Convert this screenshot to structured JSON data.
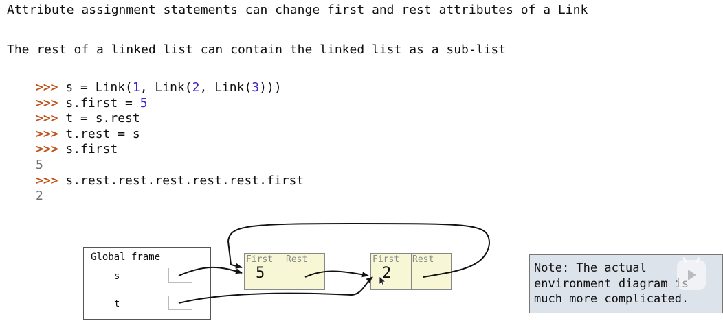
{
  "headings": {
    "line1": "Attribute assignment statements can change first and rest attributes of a Link",
    "line2": "The rest of a linked list can contain the linked list as a sub-list"
  },
  "code_lines": [
    {
      "prompt": ">>>",
      "segs": [
        {
          "t": " s = Link(",
          "c": "code"
        },
        {
          "t": "1",
          "c": "num"
        },
        {
          "t": ", Link(",
          "c": "code"
        },
        {
          "t": "2",
          "c": "num"
        },
        {
          "t": ", Link(",
          "c": "code"
        },
        {
          "t": "3",
          "c": "num"
        },
        {
          "t": ")))",
          "c": "code"
        }
      ]
    },
    {
      "prompt": ">>>",
      "segs": [
        {
          "t": " s.first = ",
          "c": "code"
        },
        {
          "t": "5",
          "c": "num"
        }
      ]
    },
    {
      "prompt": ">>>",
      "segs": [
        {
          "t": " t = s.rest",
          "c": "code"
        }
      ]
    },
    {
      "prompt": ">>>",
      "segs": [
        {
          "t": " t.rest = s",
          "c": "code"
        }
      ]
    },
    {
      "prompt": ">>>",
      "segs": [
        {
          "t": " s.first",
          "c": "code"
        }
      ]
    },
    {
      "prompt": "",
      "segs": [
        {
          "t": "5",
          "c": "out"
        }
      ]
    },
    {
      "prompt": ">>>",
      "segs": [
        {
          "t": " s.rest.rest.rest.rest.rest.first",
          "c": "code"
        }
      ]
    },
    {
      "prompt": "",
      "segs": [
        {
          "t": "2",
          "c": "out"
        }
      ]
    }
  ],
  "diagram": {
    "frame_title": "Global frame",
    "variables": [
      "s",
      "t"
    ],
    "links": [
      {
        "first_label": "First",
        "rest_label": "Rest",
        "first_value": "5"
      },
      {
        "first_label": "First",
        "rest_label": "Rest",
        "first_value": "2"
      }
    ]
  },
  "note": {
    "lines": [
      "Note: The actual",
      "environment diagram is",
      "much more complicated."
    ]
  },
  "colors": {
    "prompt": "#c0531c",
    "number": "#3b27c7",
    "output": "#6f6f6f",
    "link_fill": "#f7f7d6",
    "note_fill": "#dde3ea"
  }
}
